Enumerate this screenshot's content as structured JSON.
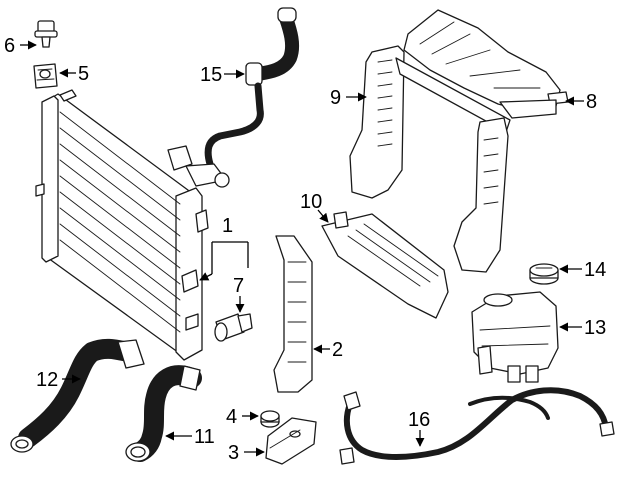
{
  "callouts": [
    {
      "id": "1",
      "part": "bracket"
    },
    {
      "id": "2",
      "part": "side-air-baffle"
    },
    {
      "id": "3",
      "part": "mounting-bracket"
    },
    {
      "id": "4",
      "part": "bushing"
    },
    {
      "id": "5",
      "part": "upper-insulator"
    },
    {
      "id": "6",
      "part": "push-pin"
    },
    {
      "id": "7",
      "part": "drain-plug"
    },
    {
      "id": "8",
      "part": "upper-support-panel"
    },
    {
      "id": "9",
      "part": "left-side-baffle"
    },
    {
      "id": "10",
      "part": "lower-air-deflector"
    },
    {
      "id": "11",
      "part": "lower-hose"
    },
    {
      "id": "12",
      "part": "upper-hose"
    },
    {
      "id": "13",
      "part": "expansion-tank"
    },
    {
      "id": "14",
      "part": "reservoir-cap"
    },
    {
      "id": "15",
      "part": "overflow-hose"
    },
    {
      "id": "16",
      "part": "vent-hose"
    }
  ]
}
